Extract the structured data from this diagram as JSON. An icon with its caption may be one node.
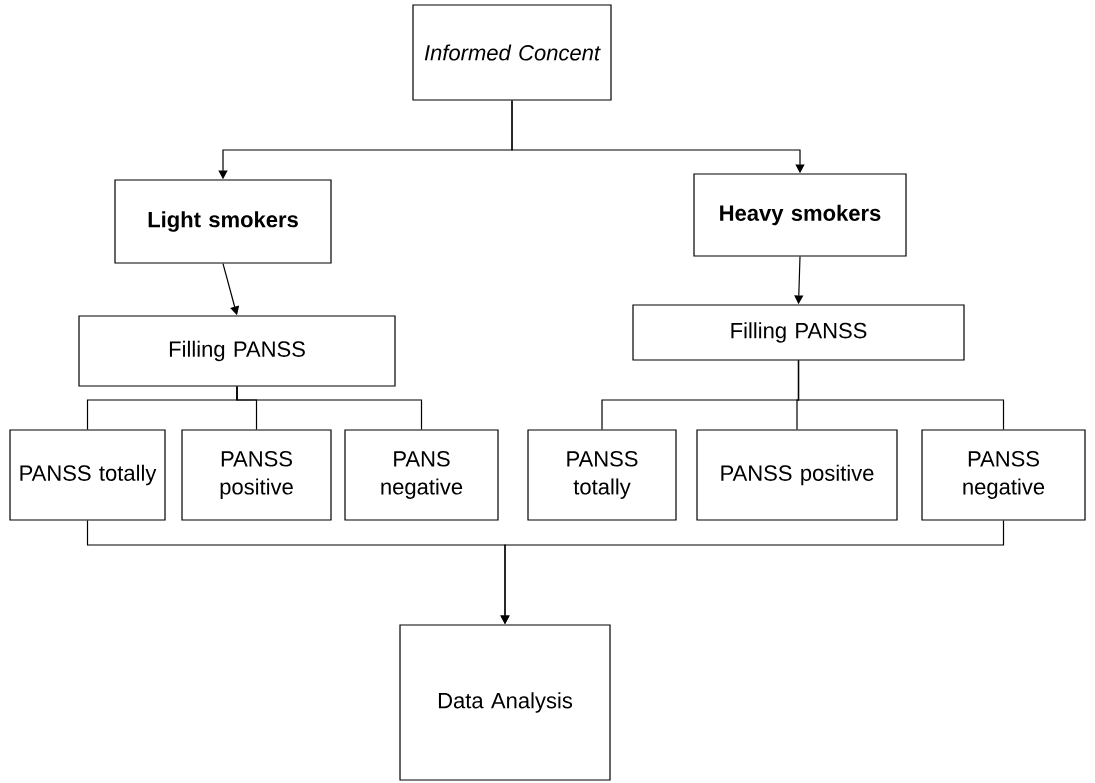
{
  "diagram": {
    "nodes": [
      {
        "text": [
          "Informed Concent"
        ]
      },
      {
        "text": [
          "Light smokers"
        ]
      },
      {
        "text": [
          "Heavy smokers"
        ]
      },
      {
        "text": [
          "Filling PANSS"
        ]
      },
      {
        "text": [
          "Filling PANSS"
        ]
      },
      {
        "text": [
          "PANSS totally"
        ]
      },
      {
        "text": [
          "PANSS positive"
        ]
      },
      {
        "text": [
          "PANS negative"
        ]
      },
      {
        "text": [
          "PANSS totally"
        ]
      },
      {
        "text": [
          "PANSS positive"
        ]
      },
      {
        "text": [
          "PANSS negative"
        ]
      },
      {
        "text": [
          "Data Analysis"
        ]
      }
    ],
    "edges": [
      {
        "from": 0,
        "to": 1,
        "arrow": "to"
      },
      {
        "from": 0,
        "to": 2,
        "arrow": "to"
      },
      {
        "from": 1,
        "to": 3,
        "arrow": "to"
      },
      {
        "from": 2,
        "to": 4,
        "arrow": "to"
      },
      {
        "from": 3,
        "to": 5,
        "arrow": "none"
      },
      {
        "from": 3,
        "to": 6,
        "arrow": "none"
      },
      {
        "from": 3,
        "to": 7,
        "arrow": "none"
      },
      {
        "from": 4,
        "to": 8,
        "arrow": "none"
      },
      {
        "from": 4,
        "to": 9,
        "arrow": "none"
      },
      {
        "from": 4,
        "to": 10,
        "arrow": "none"
      },
      {
        "from": 5,
        "to": 11,
        "arrow": "to"
      },
      {
        "from": 10,
        "to": 11,
        "arrow": "to"
      }
    ]
  }
}
